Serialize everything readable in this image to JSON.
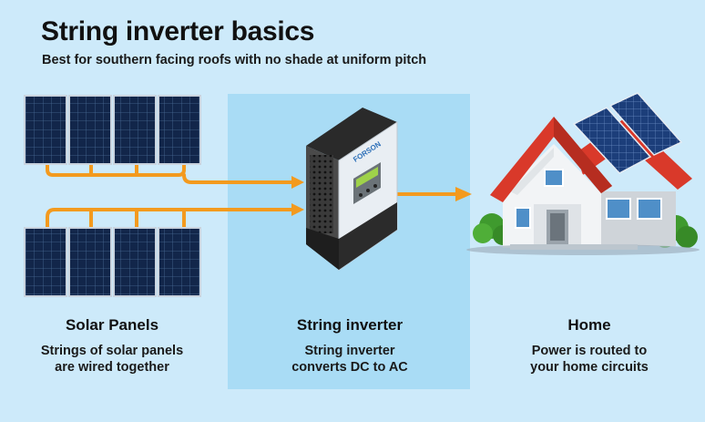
{
  "header": {
    "title": "String inverter basics",
    "subtitle": "Best for southern facing roofs with no shade at uniform pitch"
  },
  "columns": [
    {
      "title": "Solar Panels",
      "lines": [
        "Strings of solar panels",
        "are wired together"
      ]
    },
    {
      "title": "String inverter",
      "lines": [
        "String inverter",
        "converts DC to AC"
      ]
    },
    {
      "title": "Home",
      "lines": [
        "Power is routed to",
        "your home circuits"
      ]
    }
  ],
  "inverter": {
    "brand": "FORSON"
  },
  "colors": {
    "background": "#cdeafa",
    "center_panel": "#a9dcf5",
    "wire": "#f39a1e",
    "panel_cell": "#12264a",
    "roof": "#d9392a",
    "tree": "#3f9a2e"
  }
}
